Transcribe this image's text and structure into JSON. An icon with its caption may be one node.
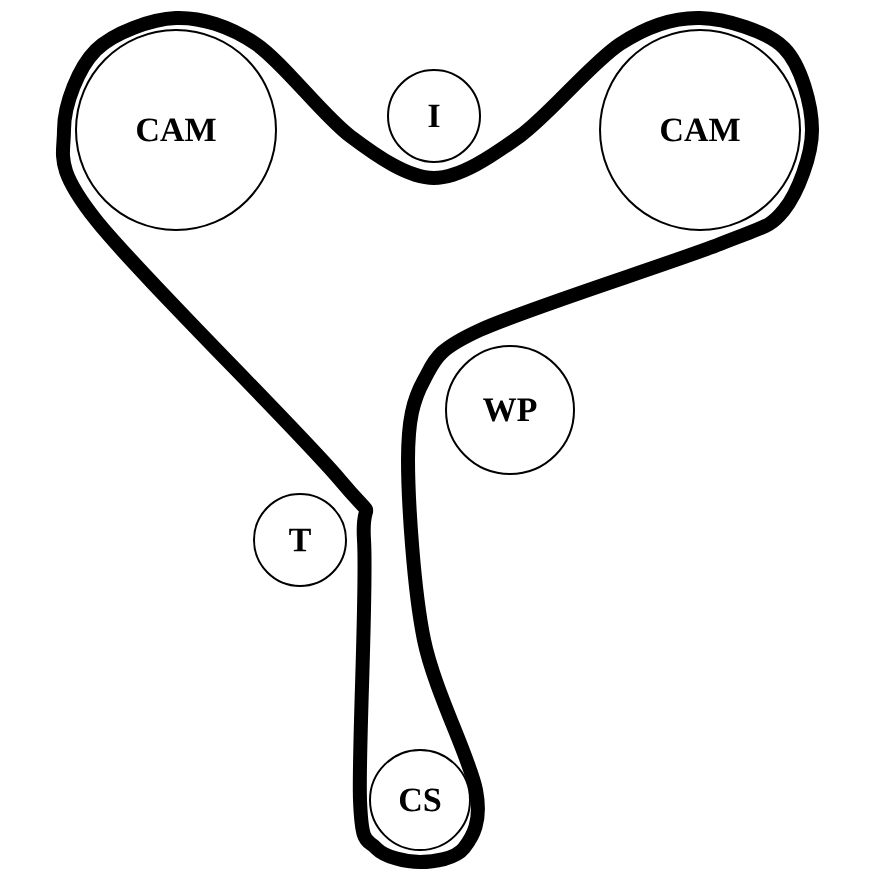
{
  "diagram": {
    "nodes": [
      {
        "text": [
          "CAM"
        ]
      },
      {
        "text": [
          "I"
        ]
      },
      {
        "text": [
          "CAM"
        ]
      },
      {
        "text": [
          "WP"
        ]
      },
      {
        "text": [
          "T"
        ]
      },
      {
        "text": [
          "CS"
        ]
      }
    ]
  }
}
